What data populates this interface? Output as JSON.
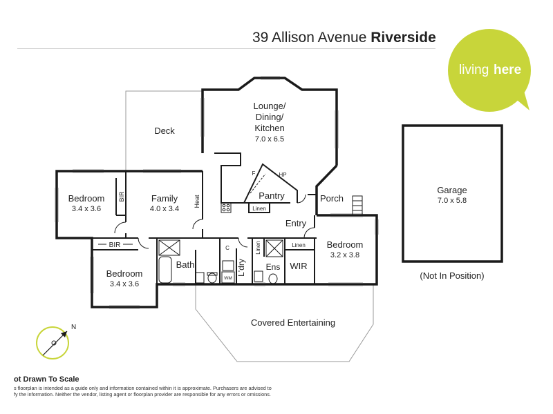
{
  "header": {
    "street": "39 Allison Avenue",
    "suburb": "Riverside"
  },
  "logo": {
    "word_1": "living",
    "word_2": "here",
    "color": "#c8d53a"
  },
  "rooms": {
    "lounge_name_1": "Lounge/",
    "lounge_name_2": "Dining/",
    "lounge_name_3": "Kitchen",
    "lounge_size": "7.0 x 6.5",
    "deck": "Deck",
    "bedroom_west_name": "Bedroom",
    "bedroom_west_size": "3.4 x 3.6",
    "family_name": "Family",
    "family_size": "4.0 x 3.4",
    "bedroom_sw_name": "Bedroom",
    "bedroom_sw_size": "3.4 x 3.6",
    "bath": "Bath",
    "pantry": "Pantry",
    "porch": "Porch",
    "entry": "Entry",
    "bedroom_east_name": "Bedroom",
    "bedroom_east_size": "3.2 x 3.8",
    "ens": "Ens",
    "wir": "WIR",
    "laundry": "L'dry",
    "covered_entertaining": "Covered Entertaining",
    "garage_name": "Garage",
    "garage_size": "7.0 x 5.8",
    "garage_note": "(Not In Position)"
  },
  "small_labels": {
    "bir_1": "BIR",
    "bir_2": "BIR",
    "heat": "Heat",
    "linen_1": "Linen",
    "linen_2": "Linen",
    "linen_3": "Linen",
    "f": "F",
    "hp": "HP",
    "c": "C",
    "wm": "WM"
  },
  "compass": {
    "north": "N"
  },
  "disclaimer": {
    "heading": "ot Drawn To Scale",
    "line_1": "s floorplan is intended as a guide only and information contained within it is approximate. Purchasers are advised to",
    "line_2": "fy the information. Neither the vendor, listing agent or floorplan provider are responsible for any errors or omissions."
  },
  "colors": {
    "wall": "#1a1a1a",
    "accent": "#c8d53a",
    "window": "#9a9a9a"
  }
}
